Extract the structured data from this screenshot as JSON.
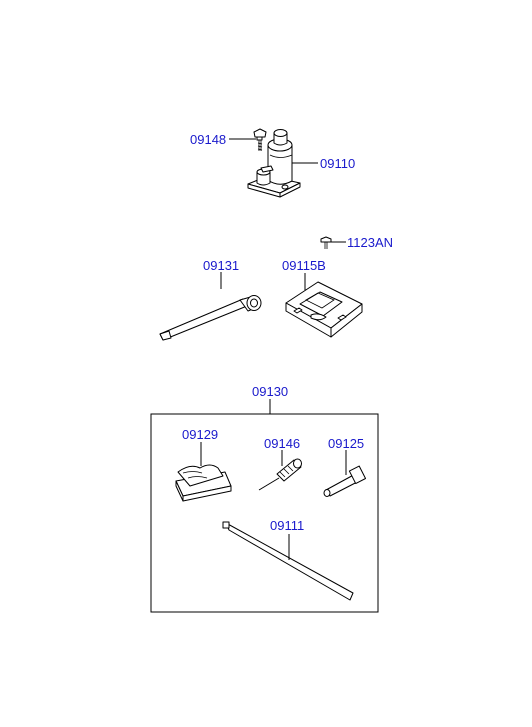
{
  "background_color": "#ffffff",
  "label_color": "#1a1acc",
  "line_color": "#000000",
  "parts": [
    {
      "id": "bolt-09148",
      "number": "09148",
      "icon": "bolt-icon"
    },
    {
      "id": "jack-09110",
      "number": "09110",
      "icon": "bottle-jack-icon"
    },
    {
      "id": "bolt-1123an",
      "number": "1123AN",
      "icon": "bolt-icon"
    },
    {
      "id": "wrench-09131",
      "number": "09131",
      "icon": "lug-wrench-icon"
    },
    {
      "id": "bracket-09115b",
      "number": "09115B",
      "icon": "jack-bracket-icon"
    },
    {
      "id": "toolkit-09130",
      "number": "09130",
      "icon": "tool-kit-box-icon"
    },
    {
      "id": "bag-09129",
      "number": "09129",
      "icon": "tool-bag-icon"
    },
    {
      "id": "screwdriver-09146",
      "number": "09146",
      "icon": "screwdriver-icon"
    },
    {
      "id": "adapter-09125",
      "number": "09125",
      "icon": "jack-adapter-icon"
    },
    {
      "id": "bar-09111",
      "number": "09111",
      "icon": "jack-handle-bar-icon"
    }
  ]
}
